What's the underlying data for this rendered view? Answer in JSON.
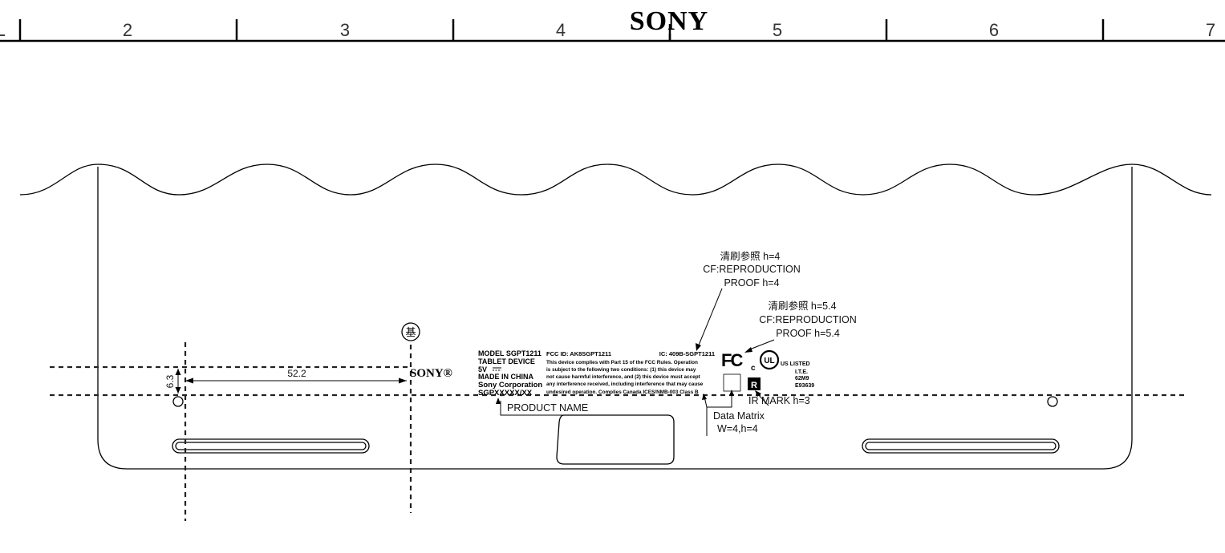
{
  "header": {
    "brand": "SONY",
    "ruler_numbers": [
      "2",
      "3",
      "4",
      "5",
      "6",
      "7"
    ]
  },
  "label": {
    "brand": "SONY®",
    "model_block": {
      "model": "MODEL  SGPT1211",
      "device": "TABLET DEVICE",
      "voltage": "5V",
      "made_in": "MADE IN CHINA",
      "company": "Sony Corporation",
      "product_code": "SGPXXXXX/XX"
    },
    "fcc_id": "FCC ID: AK8SGPT1211",
    "ic": "IC: 409B-SGPT1211",
    "fcc_text": [
      "This device complies with Part 15 of the FCC Rules. Operation",
      "is subject to the following two conditions: (1) this device may",
      "not cause harmful interference, and (2) this device must accept",
      "any interference received, including interference that may cause",
      "undesired operation.     Complies Canada ICES/NMB-003 Class B"
    ],
    "fcc_logo": "FC",
    "ul_c": "c",
    "ul_logo": "UL",
    "ul_listed": "US LISTED",
    "ite": [
      "I.T.E.",
      "62M9",
      "E93639"
    ],
    "mark_symbol": "R",
    "kanji_mark": "基"
  },
  "annotations": {
    "reproduction_1": [
      "清刷参照   h=4",
      "CF:REPRODUCTION",
      "PROOF h=4"
    ],
    "reproduction_2": [
      "清刷参照   h=5.4",
      "CF:REPRODUCTION",
      "PROOF h=5.4"
    ],
    "ir_mark": "IR MARK h=3",
    "data_matrix": [
      "Data Matrix",
      "W=4,h=4"
    ],
    "product_name": "PRODUCT NAME"
  },
  "dimensions": {
    "horizontal": "52.2",
    "vertical": "6.3"
  }
}
